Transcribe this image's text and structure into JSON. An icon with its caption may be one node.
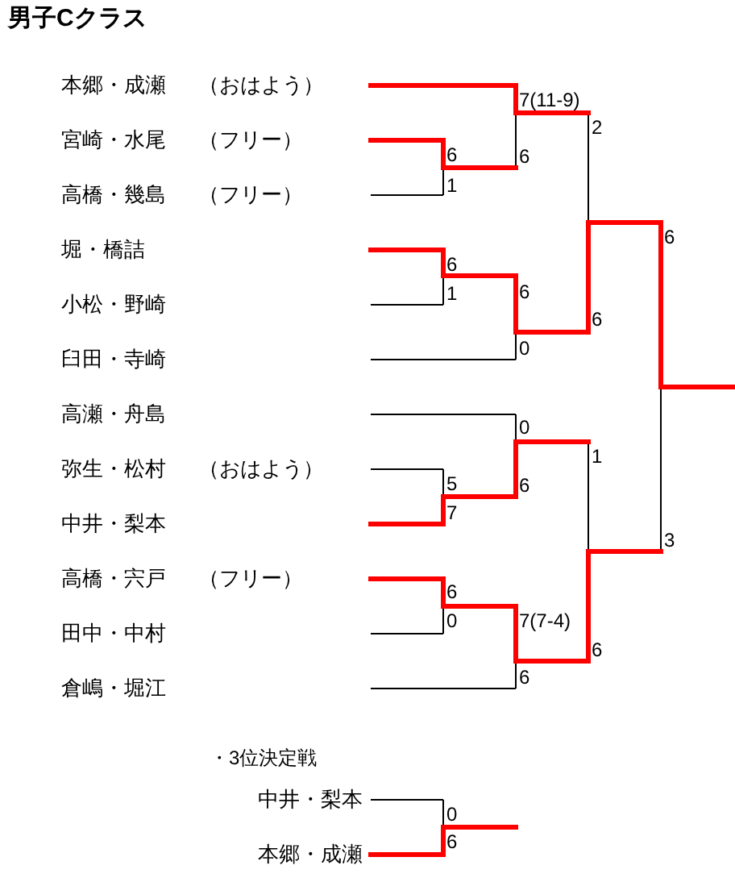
{
  "diagram": {
    "title": "男子Cクラス",
    "nodes": [
      {
        "text": [
          "本郷・成瀬",
          "（おはよう）"
        ]
      },
      {
        "text": [
          "宮崎・水尾",
          "（フリー）"
        ]
      },
      {
        "text": [
          "高橋・幾島",
          "（フリー）"
        ]
      },
      {
        "text": [
          "堀・橋詰"
        ]
      },
      {
        "text": [
          "小松・野崎"
        ]
      },
      {
        "text": [
          "臼田・寺崎"
        ]
      },
      {
        "text": [
          "高瀬・舟島"
        ]
      },
      {
        "text": [
          "弥生・松村",
          "（おはよう）"
        ]
      },
      {
        "text": [
          "中井・梨本"
        ]
      },
      {
        "text": [
          "高橋・宍戸",
          "（フリー）"
        ]
      },
      {
        "text": [
          "田中・中村"
        ]
      },
      {
        "text": [
          "倉嶋・堀江"
        ]
      },
      {
        "text": [
          "中井・梨本"
        ]
      },
      {
        "text": [
          "本郷・成瀬"
        ]
      }
    ],
    "labels": [
      "7(11-9)",
      "2",
      "6",
      "6",
      "1",
      "6",
      "6",
      "1",
      "6",
      "6",
      "0",
      "0",
      "1",
      "5",
      "6",
      "7",
      "3",
      "6",
      "0",
      "7(7-4)",
      "6",
      "6",
      "・3位決定戦",
      "0",
      "6"
    ]
  }
}
